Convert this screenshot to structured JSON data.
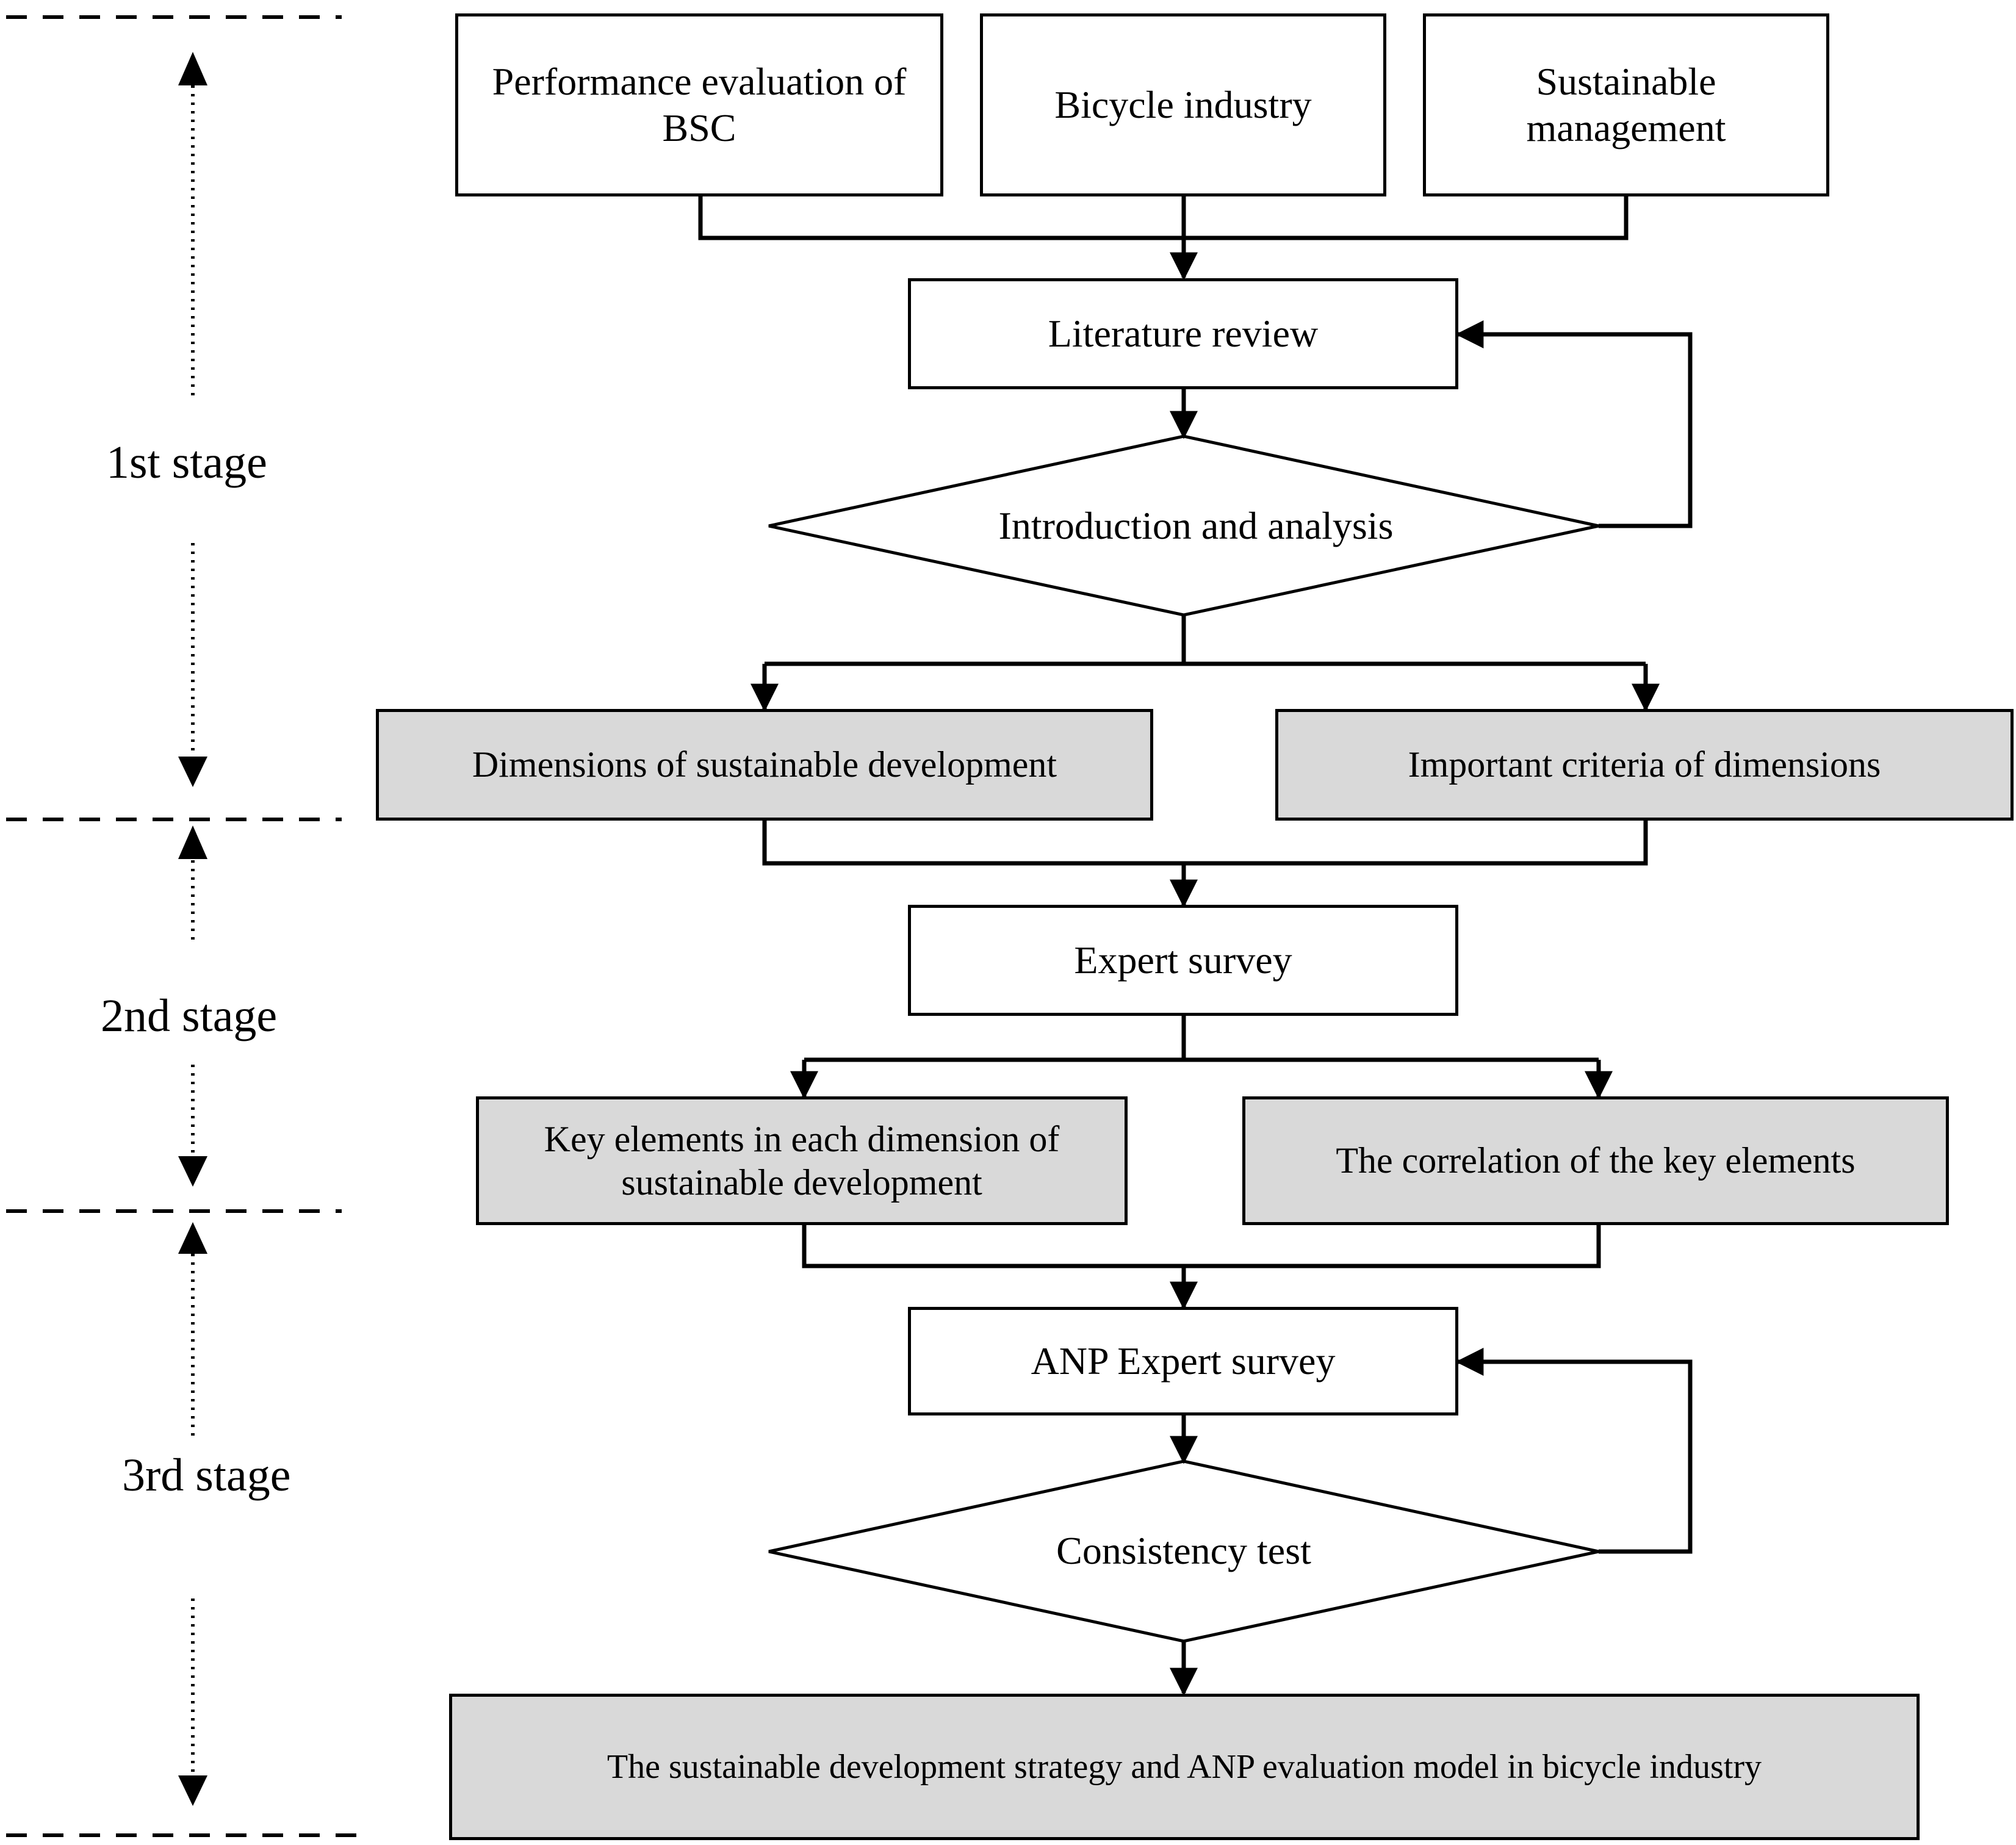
{
  "stages": [
    "1st stage",
    "2nd stage",
    "3rd stage"
  ],
  "nodes": {
    "bsc": "Performance evaluation of BSC",
    "bicycle": "Bicycle industry",
    "sustainable": "Sustainable management",
    "literature": "Literature review",
    "intro": "Introduction and analysis",
    "dimensions": "Dimensions of sustainable development",
    "criteria": "Important criteria of dimensions",
    "expert": "Expert survey",
    "key_elements": "Key elements in each dimension of sustainable development",
    "correlation": "The correlation of the key elements",
    "anp_expert": "ANP Expert survey",
    "consistency": "Consistency test",
    "final": "The sustainable development strategy and ANP evaluation model in bicycle industry"
  }
}
